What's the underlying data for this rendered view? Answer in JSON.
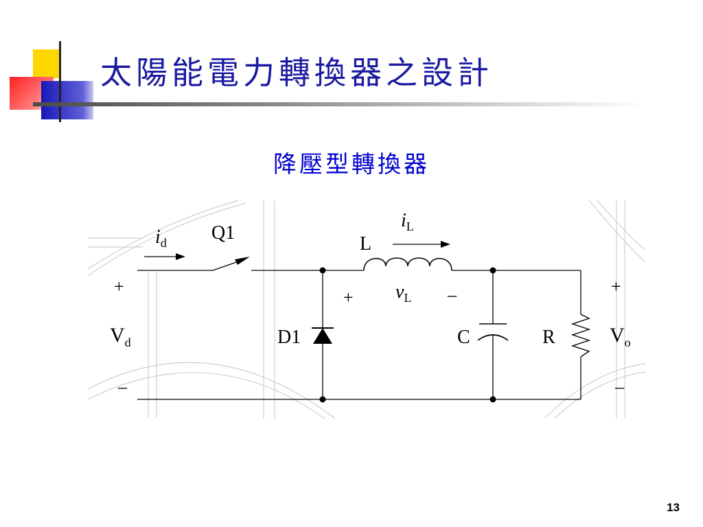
{
  "slide": {
    "title": "太陽能電力轉換器之設計",
    "subtitle": "降壓型轉換器",
    "page_number": "13"
  },
  "colors": {
    "title": "#1a1aa0",
    "subtitle": "#0000d0",
    "accent_yellow": "#ffd700",
    "accent_red": "#ff3030",
    "accent_blue": "#2020c0"
  },
  "circuit": {
    "switch_label": "Q1",
    "input_current": {
      "symbol": "i",
      "subscript": "d"
    },
    "inductor_current": {
      "symbol": "i",
      "subscript": "L"
    },
    "inductor_label": "L",
    "inductor_voltage": {
      "symbol": "v",
      "subscript": "L"
    },
    "diode_label": "D1",
    "capacitor_label": "C",
    "resistor_label": "R",
    "input_voltage": {
      "symbol": "V",
      "subscript": "d"
    },
    "output_voltage": {
      "symbol": "V",
      "subscript": "o"
    },
    "plus_sign": "+",
    "minus_sign": "–"
  }
}
